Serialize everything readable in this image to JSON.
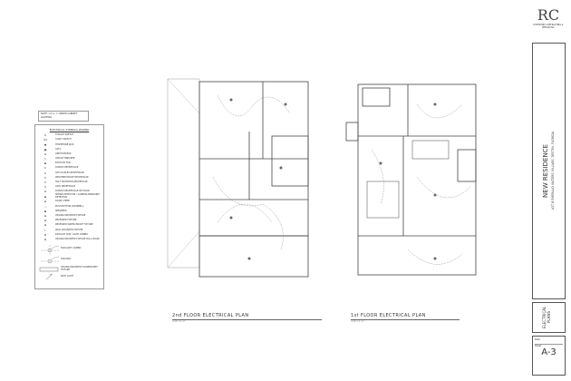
{
  "note": "NOTE: U.C.L. = UNDER CABINET LIGHTING",
  "legend": {
    "title": "ELECTRICAL SYMBOLS LEGEND",
    "items": [
      {
        "symbol": "S",
        "label": "TOGGLE SWITCH"
      },
      {
        "symbol": "S3",
        "label": "3-WAY SWITCH"
      },
      {
        "symbol": "▼",
        "label": "TELEPHONE JACK"
      },
      {
        "symbol": "▣",
        "label": "CATV"
      },
      {
        "symbol": "⊡",
        "label": "JUNCTION BOX"
      },
      {
        "symbol": "▷",
        "label": "CIRCUIT BREAKER"
      },
      {
        "symbol": "⊠",
        "label": "EXHAUST FAN"
      },
      {
        "symbol": "⦶",
        "label": "DUPLEX RECEPTACLE"
      },
      {
        "symbol": "⦶",
        "label": "GFCI DUPLEX RECEPTACLE"
      },
      {
        "symbol": "⦶",
        "label": "WEATHER PROOF RECEPTACLE"
      },
      {
        "symbol": "⦶",
        "label": "HALF SWITCHED RECEPTACLE"
      },
      {
        "symbol": "⦶",
        "label": "220V RECEPTACLE"
      },
      {
        "symbol": "⊖",
        "label": "DUPLEX RECEPTACLE IN FLOOR"
      },
      {
        "symbol": "⊞",
        "label": "SMOKE DETECTOR / CARBON MONOXIDE DETECTOR"
      },
      {
        "symbol": "⊟",
        "label": "DOOR CHIME"
      },
      {
        "symbol": "•",
        "label": "PUSH BUTTON DOORBELL"
      },
      {
        "symbol": "⊠",
        "label": "SPEAKERS"
      },
      {
        "symbol": "⊕",
        "label": "CEILING MOUNTED FIXTURE"
      },
      {
        "symbol": "⊕",
        "label": "RECESSED FIXTURE"
      },
      {
        "symbol": "⊕",
        "label": "RECESSED WATER PROOF FIXTURE"
      },
      {
        "symbol": "⊢",
        "label": "WALL MOUNTED FIXTURE"
      },
      {
        "symbol": "⊗",
        "label": "EXHAUST FAN / LIGHT COMBO"
      },
      {
        "symbol": "⊕",
        "label": "CEILING MOUNTED FIXTURE PULL CHAIN"
      }
    ],
    "fan_light": "FAN LIGHT COMBO",
    "fan_only": "FAN ONLY",
    "fluorescent": "CEILING MOUNTED FLUORESCENT FIXTURE",
    "spot": "SPOT LIGHT"
  },
  "plans": [
    {
      "title": "2nd FLOOR ELECTRICAL PLAN",
      "scale": "3/16\"=1'-0\""
    },
    {
      "title": "1st FLOOR ELECTRICAL PLAN",
      "scale": "3/16\"=1'-0\""
    }
  ],
  "title_block": {
    "logo": "RC",
    "company": "RICHMOND CONTRACTING & DESIGN INC.",
    "project": "NEW RESIDENCE",
    "location": "LOT 8 EMERALD WATERS VILLAGE, DESTIN, FLORIDA",
    "sheet_title": "ELECTRICAL PLANS",
    "date_label": "Date",
    "sheet_label": "Sheet",
    "sheet_number": "A-3"
  }
}
